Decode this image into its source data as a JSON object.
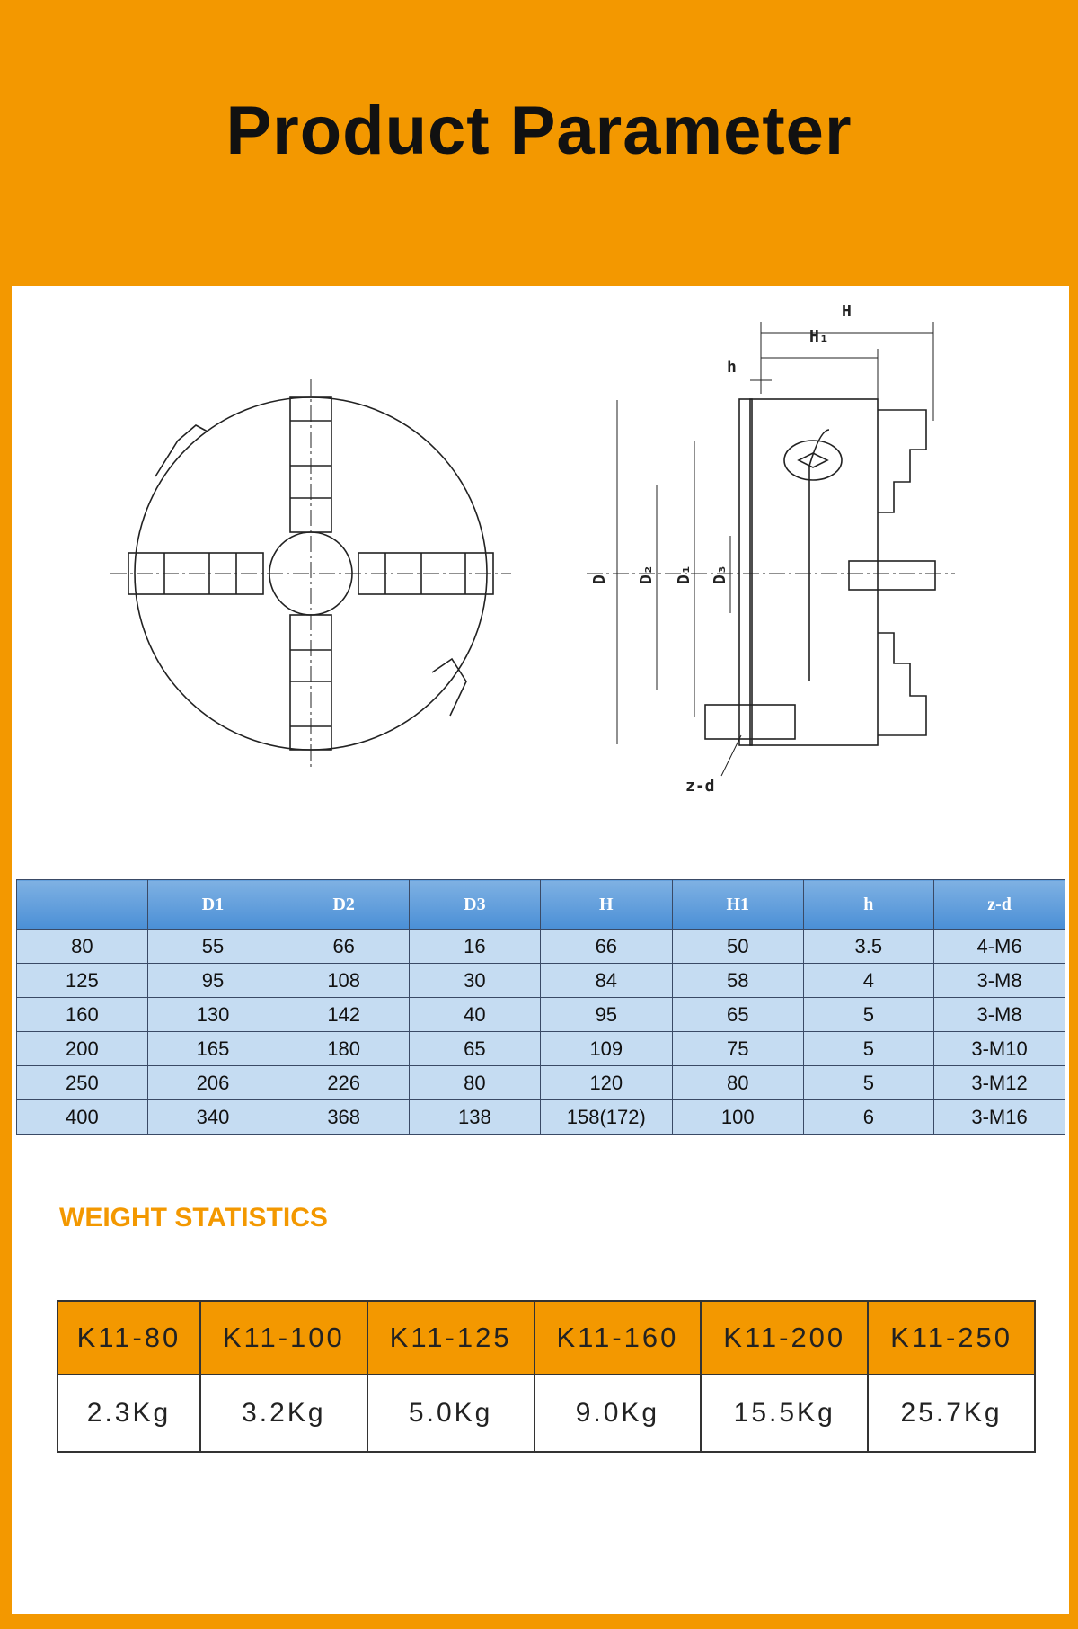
{
  "header": {
    "title": "Product Parameter"
  },
  "diagram": {
    "labels": {
      "D": "D",
      "D2": "D₂",
      "D1": "D₁",
      "D3": "D₃",
      "H": "H",
      "H1": "H₁",
      "h": "h",
      "zd": "z-d"
    }
  },
  "spec_table": {
    "headers": [
      "",
      "D1",
      "D2",
      "D3",
      "H",
      "H1",
      "h",
      "z-d"
    ],
    "rows": [
      [
        "80",
        "55",
        "66",
        "16",
        "66",
        "50",
        "3.5",
        "4-M6"
      ],
      [
        "125",
        "95",
        "108",
        "30",
        "84",
        "58",
        "4",
        "3-M8"
      ],
      [
        "160",
        "130",
        "142",
        "40",
        "95",
        "65",
        "5",
        "3-M8"
      ],
      [
        "200",
        "165",
        "180",
        "65",
        "109",
        "75",
        "5",
        "3-M10"
      ],
      [
        "250",
        "206",
        "226",
        "80",
        "120",
        "80",
        "5",
        "3-M12"
      ],
      [
        "400",
        "340",
        "368",
        "138",
        "158(172)",
        "100",
        "6",
        "3-M16"
      ]
    ]
  },
  "weight": {
    "title": "WEIGHT STATISTICS",
    "models": [
      "K11-80",
      "K11-100",
      "K11-125",
      "K11-160",
      "K11-200",
      "K11-250"
    ],
    "weights": [
      "2.3Kg",
      "3.2Kg",
      "5.0Kg",
      "9.0Kg",
      "15.5Kg",
      "25.7Kg"
    ]
  },
  "colors": {
    "accent": "#f39800",
    "table_header": "#4a8fd6",
    "table_row": "#c5dcf2"
  }
}
